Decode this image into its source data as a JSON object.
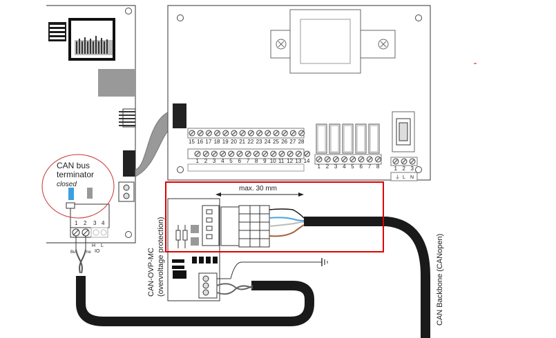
{
  "labels": {
    "terminator_line1": "CAN bus",
    "terminator_line2": "terminator",
    "terminator_state": "closed",
    "strip_length": "max. 30 mm",
    "ovp_line1": "CAN-OVP-MC",
    "ovp_line2": "(overvoltage protection)",
    "backbone": "CAN Backbone (CANopen)"
  },
  "upper_terminals": [
    "15",
    "16",
    "17",
    "18",
    "19",
    "20",
    "21",
    "22",
    "23",
    "24",
    "25",
    "26",
    "27",
    "28"
  ],
  "lower_terminals": [
    "1",
    "2",
    "3",
    "4",
    "5",
    "6",
    "7",
    "8",
    "9",
    "10",
    "11",
    "12",
    "13",
    "14"
  ],
  "relay_terminals": [
    "1",
    "2",
    "3",
    "4",
    "5",
    "6",
    "7",
    "8"
  ],
  "power_terminals": [
    "1",
    "2",
    "3"
  ],
  "power_labels": [
    "L",
    "N"
  ],
  "left_block_numbers": [
    "1",
    "2",
    "3",
    "4"
  ],
  "left_block_bottom": [
    "H",
    "L",
    "IO"
  ],
  "left_block_codes": [
    "Bu",
    "ne"
  ],
  "colors": {
    "highlight_box": "#e00000",
    "terminator_circle": "#c83232",
    "terminator_switch": "#3aa0e0",
    "cable": "#1a1a1a",
    "board_outline": "#555555",
    "wire_blue": "#4aa3df",
    "wire_brown": "#a0623a"
  },
  "icons": [
    "ground-icon",
    "arrow-left-icon",
    "arrow-right-icon",
    "transformer-icon",
    "screw-icon"
  ]
}
